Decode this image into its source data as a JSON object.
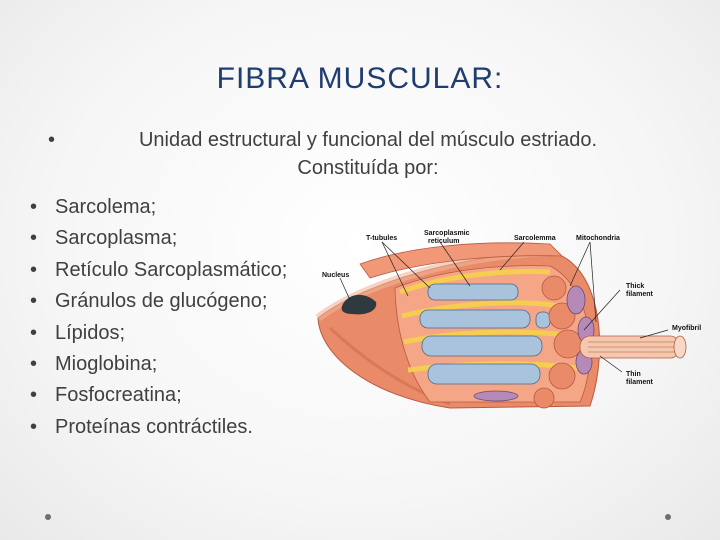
{
  "slide": {
    "title": "FIBRA MUSCULAR:",
    "intro_line1": "Unidad estructural y funcional del músculo estriado.",
    "intro_line2": "Constituída por:",
    "bullet_char": "•",
    "items": [
      "Sarcolema;",
      "Sarcoplasma;",
      "Retículo Sarcoplasmático;",
      "Gránulos de glucógeno;",
      "Lípidos;",
      "Mioglobina;",
      "Fosfocreatina;",
      "Proteínas contráctiles."
    ]
  },
  "figure": {
    "labels": {
      "t_tubules": "T-tubules",
      "sr_line1": "Sarcoplasmic",
      "sr_line2": "reticulum",
      "sarcolemma": "Sarcolemma",
      "mitochondria": "Mitochondria",
      "nucleus": "Nucleus",
      "thick_line1": "Thick",
      "thick_line2": "filament",
      "myofibril": "Myofibril",
      "thin_line1": "Thin",
      "thin_line2": "filament"
    },
    "colors": {
      "muscle": "#e98a68",
      "myofibril_blue": "#a9c3dc",
      "reticulum_yellow": "#f5d24a",
      "mitochondria": "#b58ab9",
      "nucleus": "#2f3a3f"
    }
  }
}
